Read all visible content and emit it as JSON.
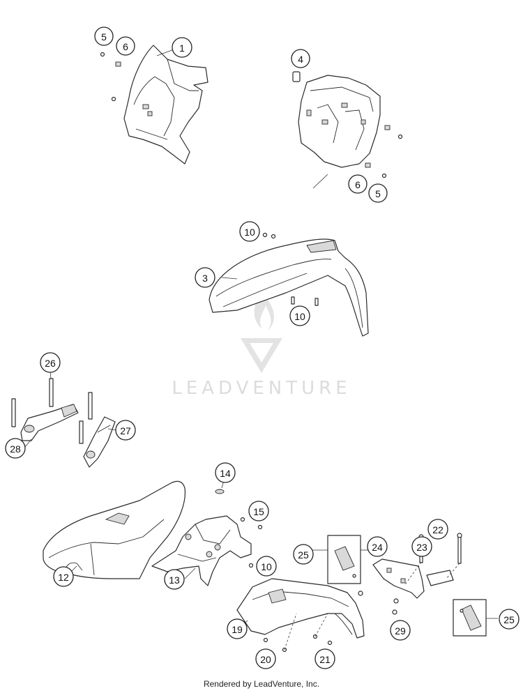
{
  "callouts": {
    "c1": "1",
    "c3": "3",
    "c4": "4",
    "c5a": "5",
    "c5b": "5",
    "c6a": "6",
    "c6b": "6",
    "c10a": "10",
    "c10b": "10",
    "c10c": "10",
    "c12": "12",
    "c13": "13",
    "c14": "14",
    "c15": "15",
    "c19": "19",
    "c20": "20",
    "c21": "21",
    "c22": "22",
    "c23": "23",
    "c24": "24",
    "c25a": "25",
    "c25b": "25",
    "c26": "26",
    "c27": "27",
    "c28": "28",
    "c29": "29"
  },
  "watermark": {
    "text": "LEADVENTURE"
  },
  "footer": {
    "text": "Rendered by LeadVenture, Inc."
  }
}
